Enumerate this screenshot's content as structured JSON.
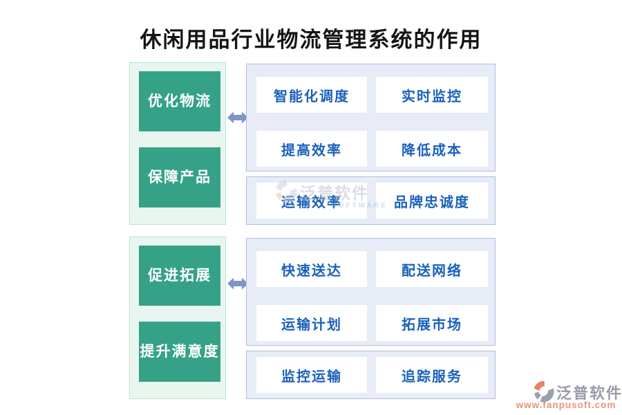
{
  "title": "休闲用品行业物流管理系统的作用",
  "groups": [
    {
      "left_items": [
        "优化物流",
        "保障产品"
      ],
      "primary_boxes": [
        "智能化调度",
        "实时监控",
        "提高效率",
        "降低成本"
      ],
      "secondary_boxes": [
        "运输效率",
        "品牌忠诚度"
      ]
    },
    {
      "left_items": [
        "促进拓展",
        "提升满意度"
      ],
      "primary_boxes": [
        "快速送达",
        "配送网络",
        "运输计划",
        "拓展市场"
      ],
      "secondary_boxes": [
        "监控运输",
        "追踪服务"
      ]
    }
  ],
  "watermarks": {
    "center": {
      "brand": "泛普软件",
      "subtext": "SOFTWARE"
    },
    "corner": {
      "brand": "泛普软件",
      "url": "www.fanpusoft.com"
    }
  },
  "colors": {
    "green_box": "#35a287",
    "green_panel_bg": "#e9f6ef",
    "green_panel_border": "#bce1cf",
    "blue_panel_bg": "#e7ecf7",
    "blue_panel_border": "#aebfde",
    "box_text_blue": "#1a61bb",
    "arrow": "#7e95c9",
    "title_text": "#141414",
    "watermark_gray": "#989ca8",
    "watermark_url_orange": "#e5947c",
    "logo_orange": "#e8825f",
    "logo_gray": "#9aa0ad"
  }
}
